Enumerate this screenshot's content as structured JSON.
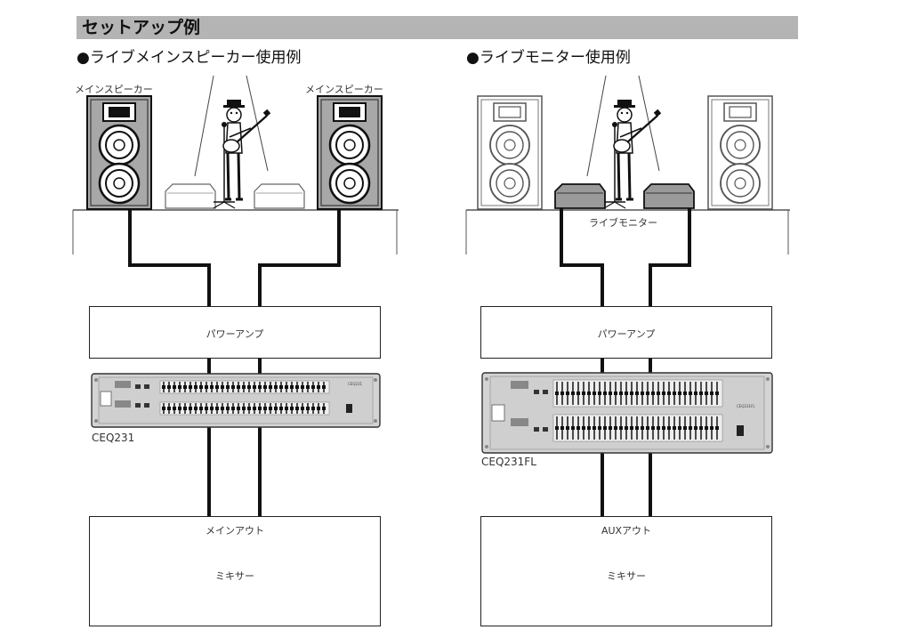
{
  "header": {
    "title": "セットアップ例"
  },
  "main_setup": {
    "title": "●ライブメインスピーカー使用例",
    "speaker_left_label": "メインスピーカー",
    "speaker_right_label": "メインスピーカー",
    "amp_label": "パワーアンプ",
    "eq_model_label": "CEQ231",
    "eq_panel_model": "CEQ231",
    "output_label": "メインアウト",
    "mixer_label": "ミキサー"
  },
  "monitor_setup": {
    "title": "●ライブモニター使用例",
    "monitor_label": "ライブモニター",
    "amp_label": "パワーアンプ",
    "eq_model_label": "CEQ231FL",
    "eq_panel_model": "CEQ231FL",
    "output_label": "AUXアウト",
    "mixer_label": "ミキサー"
  },
  "colors": {
    "header_bg": "#b4b4b4",
    "speaker_active_fill": "#a8a8a8",
    "speaker_inactive_fill": "#ffffff",
    "monitor_active_fill": "#9a9a9a",
    "eq_panel_fill": "#d4d4d4",
    "cable": "#111111"
  },
  "icons": [
    "musician-guitar-icon",
    "speaker-cabinet-icon",
    "stage-monitor-icon",
    "graphic-eq-unit-icon"
  ]
}
